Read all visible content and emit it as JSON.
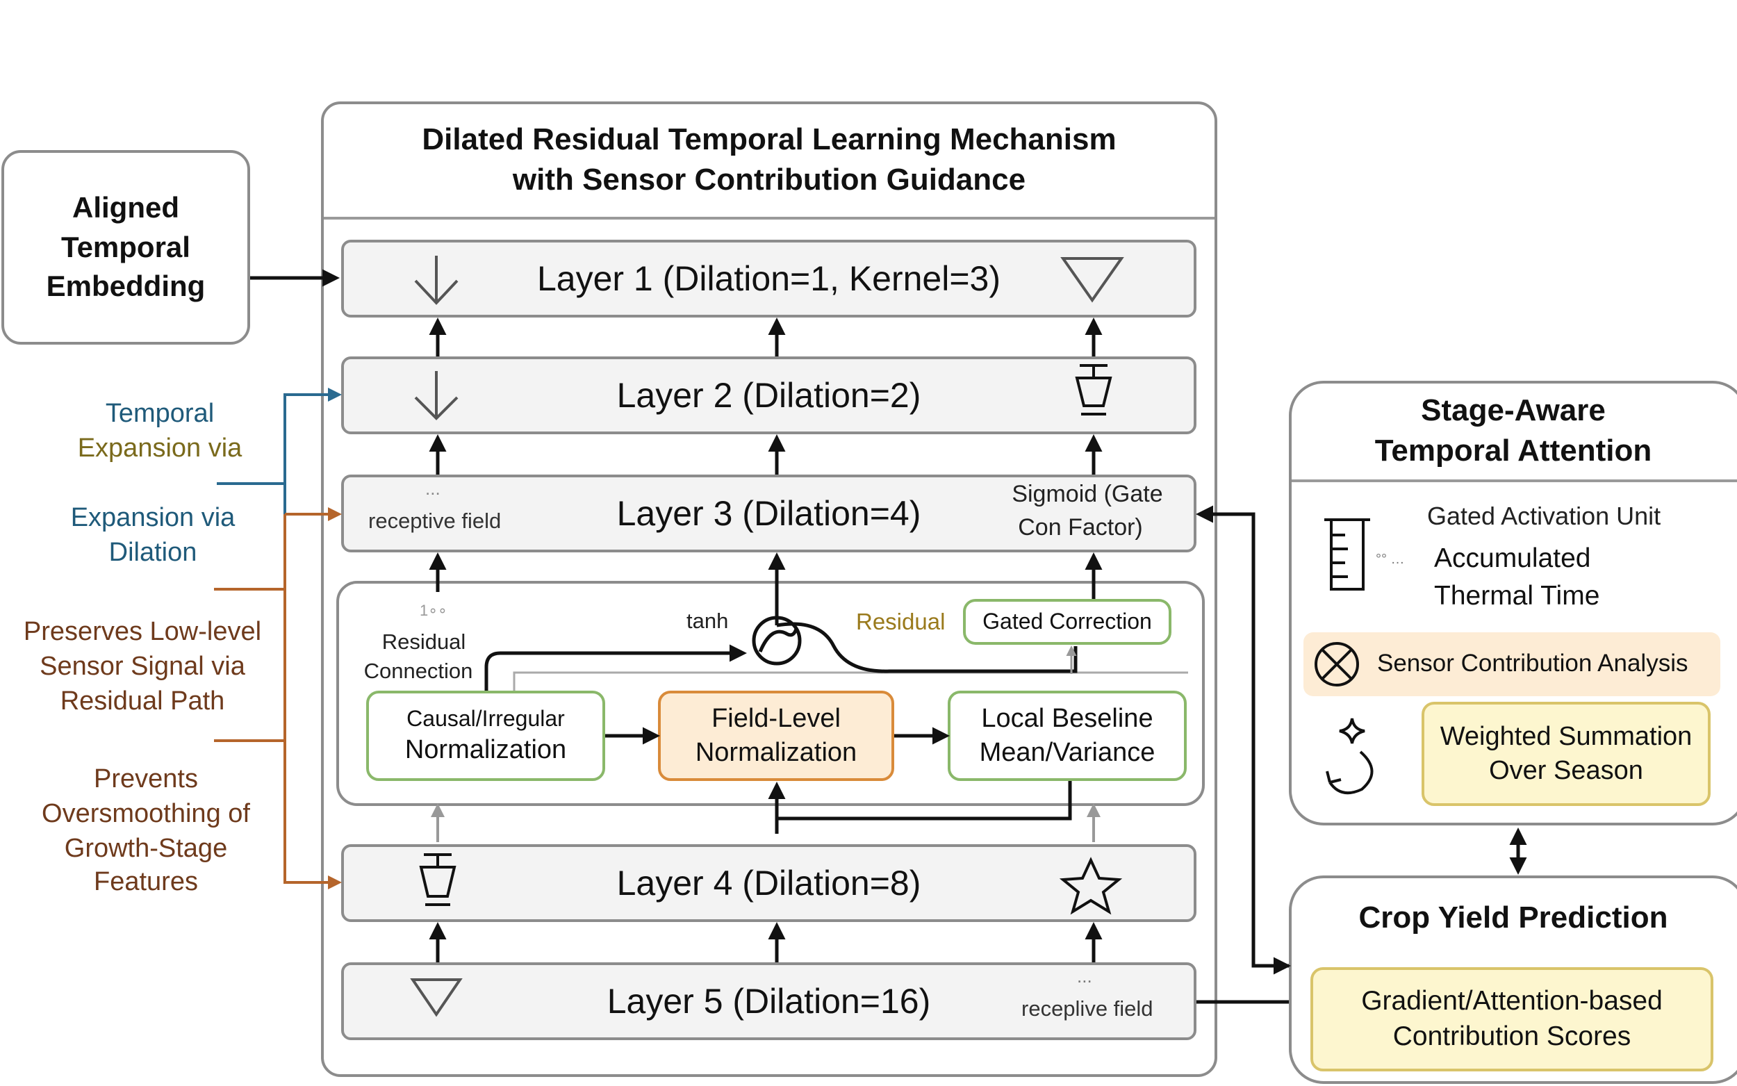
{
  "left_input": {
    "title": "Aligned Temporal Embedding"
  },
  "main": {
    "title_line1": "Dilated Residual Temporal Learning Mechanism",
    "title_line2": "with Sensor Contribution Guidance",
    "layers": [
      "Layer 1 (Dilation=1, Kernel=3)",
      "Layer 2 (Dilation=2)",
      "Layer 3 (Dilation=4)",
      "Layer 4 (Dilation=8)",
      "Layer 5 (Dilation=16)"
    ],
    "layer3_left_dots": "...",
    "layer3_left_note": "receptive field",
    "layer3_right_note_line1": "Sigmoid (Gate",
    "layer3_right_note_line2": "Con Factor)",
    "layer5_right_dots": "...",
    "layer5_right_note": "receplive field",
    "block": {
      "small_mark": "1∘∘",
      "residual_connection_line1": "Residual",
      "residual_connection_line2": "Connection",
      "tanh": "tanh",
      "residual": "Residual",
      "gated_correction": "Gated Correction",
      "causal_line1": "Causal/Irregular",
      "causal_line2": "Normalization",
      "field_line1": "Field-Level",
      "field_line2": "Normalization",
      "local_line1": "Local Beseline",
      "local_line2": "Mean/Variance"
    }
  },
  "annotations": {
    "temporal_line1": "Temporal",
    "temporal_line2": "Expansion via",
    "expansion_line1": "Expansion via",
    "expansion_line2": "Dilation",
    "preserves_line1": "Preserves Low-level",
    "preserves_line2": "Sensor Signal via",
    "preserves_line3": "Residual Path",
    "prevents_line1": "Prevents",
    "prevents_line2": "Oversmoothing of",
    "prevents_line3": "Growth-Stage",
    "prevents_line4": "Features"
  },
  "attention": {
    "title_line1": "Stage-Aware",
    "title_line2": "Temporal Attention",
    "gated_unit": "Gated Activation Unit",
    "gauge_mark": "°° …",
    "thermal_line1": "Accumulated",
    "thermal_line2": "Thermal Time",
    "sensor_analysis": "Sensor Contribution Analysis",
    "weighted_line1": "Weighted Summation",
    "weighted_line2": "Over Season"
  },
  "prediction": {
    "title": "Crop Yield Prediction",
    "scores_line1": "Gradient/Attention-based",
    "scores_line2": "Contribution Scores"
  },
  "colors": {
    "annotation_blue": "#1f5a7a",
    "annotation_brown": "#6e3a1c",
    "annotation_olive": "#7a6a1c",
    "bracket_blue": "#2a6a90",
    "bracket_orange": "#b5652b",
    "green_border": "#8ab86a",
    "orange_border": "#d98b3a",
    "yellow_fill": "#fdf6cf",
    "peach_fill": "#fdecd5"
  }
}
